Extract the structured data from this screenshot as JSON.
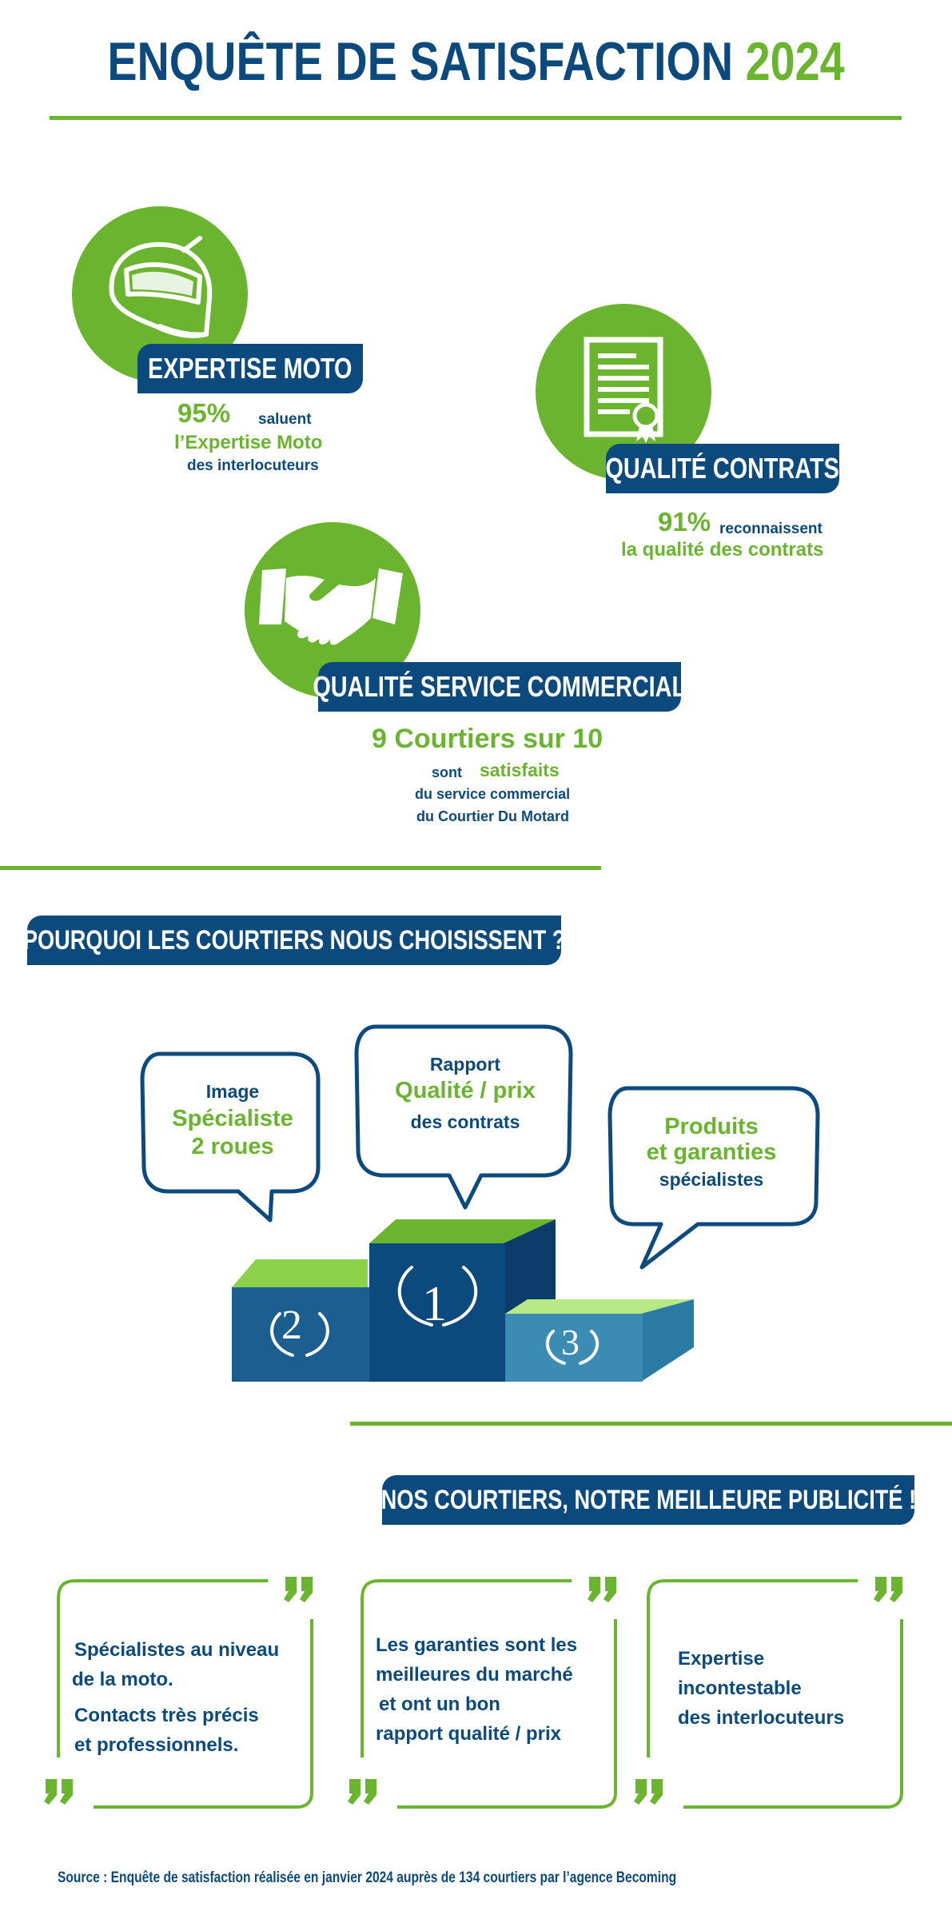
{
  "title": {
    "main": "ENQUÊTE DE SATISFACTION",
    "year": "2024"
  },
  "colors": {
    "navy": "#0c4a7d",
    "green": "#6ab42f",
    "light_green": "#a3dc6e",
    "mid_blue": "#3b8bb3"
  },
  "section1": {
    "expertise": {
      "icon": "helmet-icon",
      "tag": "EXPERTISE MOTO",
      "percent": "95%",
      "verb": "saluent",
      "line2": "l’Expertise Moto",
      "line3": "des interlocuteurs"
    },
    "contrats": {
      "icon": "certificate-icon",
      "tag": "QUALITÉ CONTRATS",
      "percent": "91%",
      "verb": "reconnaissent",
      "line2": "la qualité des contrats"
    },
    "service": {
      "icon": "handshake-icon",
      "tag": "QUALITÉ SERVICE COMMERCIAL",
      "headline": "9 Courtiers sur 10",
      "sont": "sont",
      "satisfaits": "satisfaits",
      "line3": "du service commercial",
      "line4": "du Courtier Du Motard"
    }
  },
  "section2": {
    "tag": "POURQUOI LES COURTIERS NOUS CHOISISSENT ?",
    "bubble_left": {
      "l1": "Image",
      "l2": "Spécialiste",
      "l3": "2 roues"
    },
    "bubble_center": {
      "l1": "Rapport",
      "l2": "Qualité / prix",
      "l3": "des contrats"
    },
    "bubble_right": {
      "l1": "Produits",
      "l2": "et garanties",
      "l3": "spécialistes"
    },
    "podium": {
      "first": "1",
      "second": "2",
      "third": "3"
    }
  },
  "section3": {
    "tag": "NOS COURTIERS, NOTRE MEILLEURE PUBLICITÉ !",
    "quote1": {
      "p1l1": "Spécialistes au niveau",
      "p1l2": "de la moto.",
      "p2l1": "Contacts très précis",
      "p2l2": "et professionnels."
    },
    "quote2": {
      "l1": "Les garanties sont les",
      "l2": "meilleures du marché",
      "l3": "et ont un bon",
      "l4": "rapport qualité / prix"
    },
    "quote3": {
      "l1": "Expertise",
      "l2": "incontestable",
      "l3": "des interlocuteurs"
    }
  },
  "source": "Source : Enquête de satisfaction réalisée en janvier 2024 auprès de 134 courtiers par l’agence Becoming"
}
